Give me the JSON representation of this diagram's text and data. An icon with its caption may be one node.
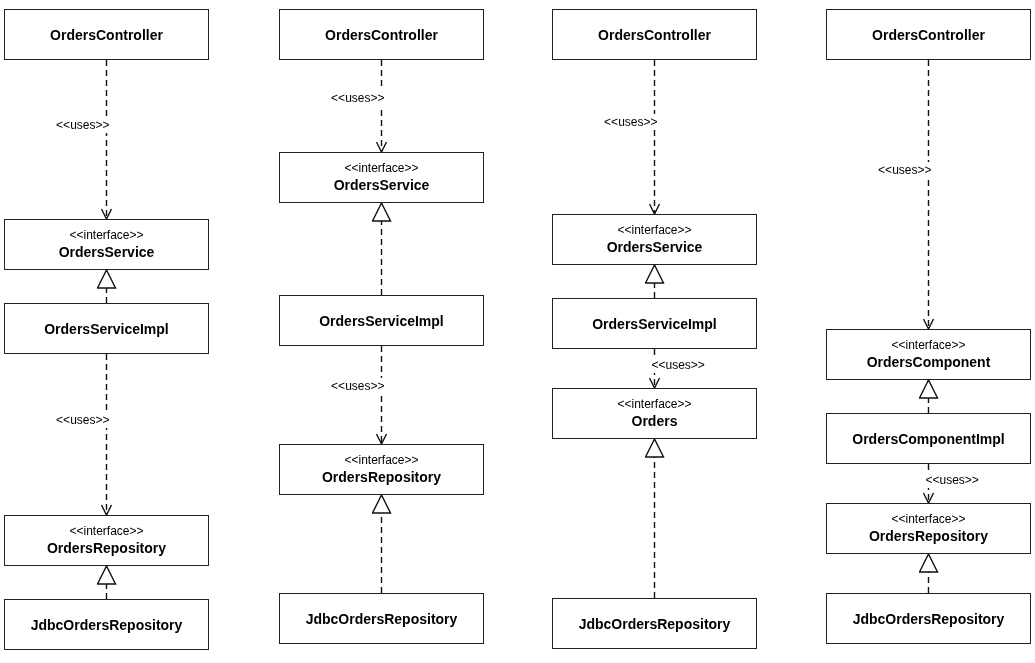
{
  "diagram": {
    "nodes": [
      {
        "text": [
          "OrdersController"
        ]
      },
      {
        "text": [
          "<<interface>>",
          "OrdersService"
        ]
      },
      {
        "text": [
          "OrdersServiceImpl"
        ]
      },
      {
        "text": [
          "<<interface>>",
          "OrdersRepository"
        ]
      },
      {
        "text": [
          "JdbcOrdersRepository"
        ]
      },
      {
        "text": [
          "OrdersController"
        ]
      },
      {
        "text": [
          "<<interface>>",
          "OrdersService"
        ]
      },
      {
        "text": [
          "OrdersServiceImpl"
        ]
      },
      {
        "text": [
          "<<interface>>",
          "OrdersRepository"
        ]
      },
      {
        "text": [
          "JdbcOrdersRepository"
        ]
      },
      {
        "text": [
          "OrdersController"
        ]
      },
      {
        "text": [
          "<<interface>>",
          "OrdersService"
        ]
      },
      {
        "text": [
          "OrdersServiceImpl"
        ]
      },
      {
        "text": [
          "<<interface>>",
          "Orders"
        ]
      },
      {
        "text": [
          "JdbcOrdersRepository"
        ]
      },
      {
        "text": [
          "OrdersController"
        ]
      },
      {
        "text": [
          "<<interface>>",
          "OrdersComponent"
        ]
      },
      {
        "text": [
          "OrdersComponentImpl"
        ]
      },
      {
        "text": [
          "<<interface>>",
          "OrdersRepository"
        ]
      },
      {
        "text": [
          "JdbcOrdersRepository"
        ]
      }
    ],
    "edges": [
      {
        "from": 0,
        "to": 1,
        "arrow": "to",
        "label": "<<uses>>",
        "style": "dashed"
      },
      {
        "from": 2,
        "to": 1,
        "arrow": "to",
        "style": "dashed"
      },
      {
        "from": 2,
        "to": 3,
        "arrow": "to",
        "label": "<<uses>>",
        "style": "dashed"
      },
      {
        "from": 4,
        "to": 3,
        "arrow": "to",
        "style": "dashed"
      },
      {
        "from": 5,
        "to": 6,
        "arrow": "to",
        "label": "<<uses>>",
        "style": "dashed"
      },
      {
        "from": 7,
        "to": 6,
        "arrow": "to",
        "style": "dashed"
      },
      {
        "from": 7,
        "to": 8,
        "arrow": "to",
        "label": "<<uses>>",
        "style": "dashed"
      },
      {
        "from": 9,
        "to": 8,
        "arrow": "to",
        "style": "dashed"
      },
      {
        "from": 10,
        "to": 11,
        "arrow": "to",
        "label": "<<uses>>",
        "style": "dashed"
      },
      {
        "from": 12,
        "to": 11,
        "arrow": "to",
        "style": "dashed"
      },
      {
        "from": 12,
        "to": 13,
        "arrow": "to",
        "label": "<<uses>>",
        "style": "dashed"
      },
      {
        "from": 14,
        "to": 13,
        "arrow": "to",
        "style": "dashed"
      },
      {
        "from": 15,
        "to": 16,
        "arrow": "to",
        "label": "<<uses>>",
        "style": "dashed"
      },
      {
        "from": 17,
        "to": 16,
        "arrow": "to",
        "style": "dashed"
      },
      {
        "from": 17,
        "to": 18,
        "arrow": "to",
        "label": "<<uses>>",
        "style": "dashed"
      },
      {
        "from": 19,
        "to": 18,
        "arrow": "to",
        "style": "dashed"
      }
    ]
  }
}
